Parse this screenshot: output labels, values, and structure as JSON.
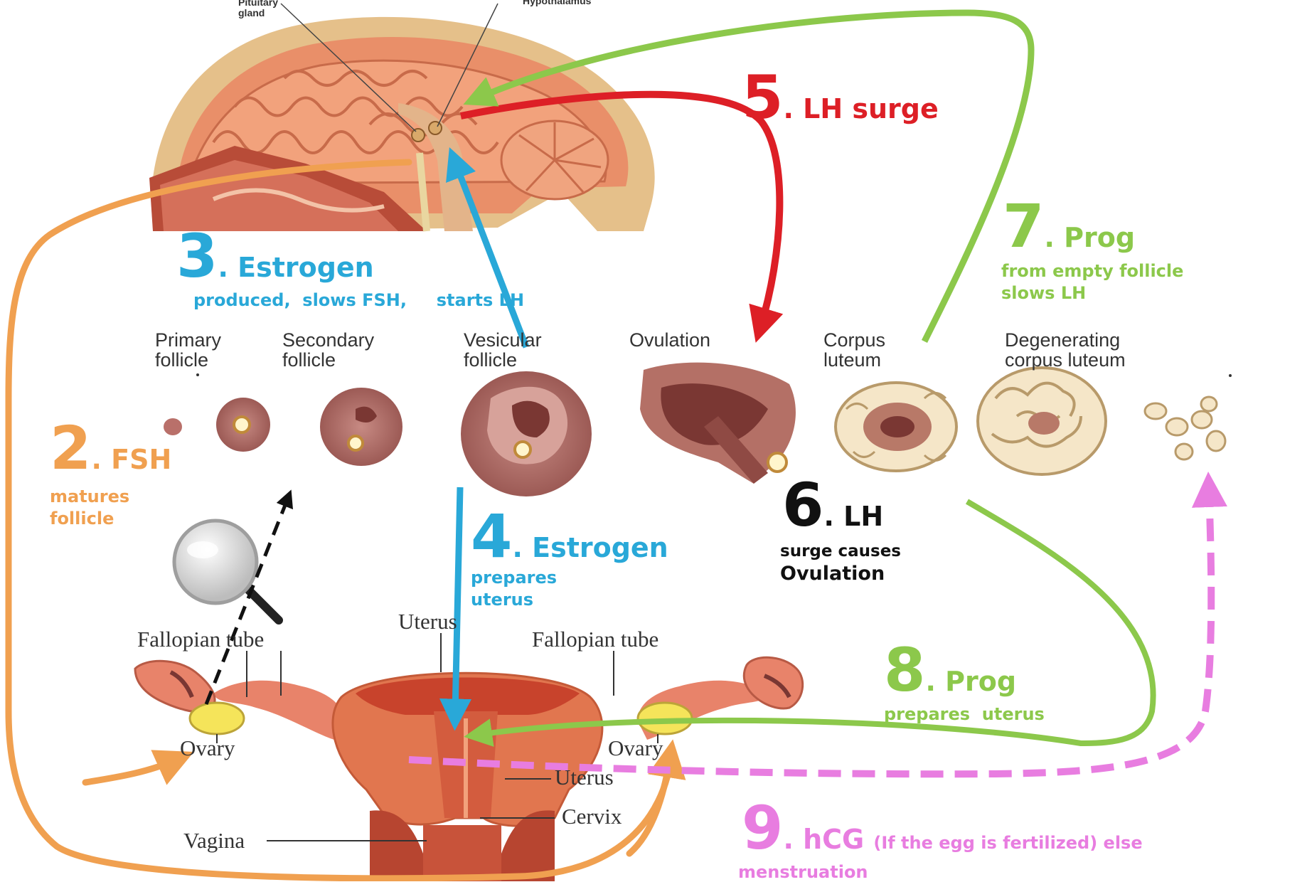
{
  "anatomy": {
    "pituitary": "Pituitary\ngland",
    "hypothalamus": "Hypothalamus"
  },
  "follicle_stages": [
    "Primary\nfollicle",
    "Secondary\nfollicle",
    "Vesicular\nfollicle",
    "Ovulation",
    "Corpus\nluteum",
    "Degenerating\ncorpus luteum"
  ],
  "uterus_labels": {
    "uterus_top": "Uterus",
    "fallopian_left": "Fallopian tube",
    "fallopian_right": "Fallopian tube",
    "ovary_left": "Ovary",
    "ovary_right": "Ovary",
    "uterus_inner": "Uterus",
    "cervix": "Cervix",
    "vagina": "Vagina"
  },
  "steps": [
    {
      "num": "2",
      "title": ". FSH",
      "desc": "matures\nfollicle",
      "color": "#f0a050"
    },
    {
      "num": "3",
      "title": ". Estrogen",
      "desc": "produced,  slows FSH,     starts LH",
      "color": "#29a8d8"
    },
    {
      "num": "4",
      "title": ". Estrogen",
      "desc": "prepares\nuterus",
      "color": "#29a8d8"
    },
    {
      "num": "5",
      "title": ". LH surge",
      "desc": "",
      "color": "#dd1f26"
    },
    {
      "num": "6",
      "title": ". LH",
      "desc": "surge causes",
      "desc2": "Ovulation",
      "color": "#111111"
    },
    {
      "num": "7",
      "title": ". Prog",
      "desc": "from empty follicle\nslows LH",
      "color": "#8cc84b"
    },
    {
      "num": "8",
      "title": ". Prog",
      "desc": "prepares  uterus",
      "color": "#8cc84b"
    },
    {
      "num": "9",
      "title": ". hCG",
      "desc": "(If the egg is fertilized) else",
      "desc2": "menstruation",
      "color": "#e87de0"
    }
  ]
}
